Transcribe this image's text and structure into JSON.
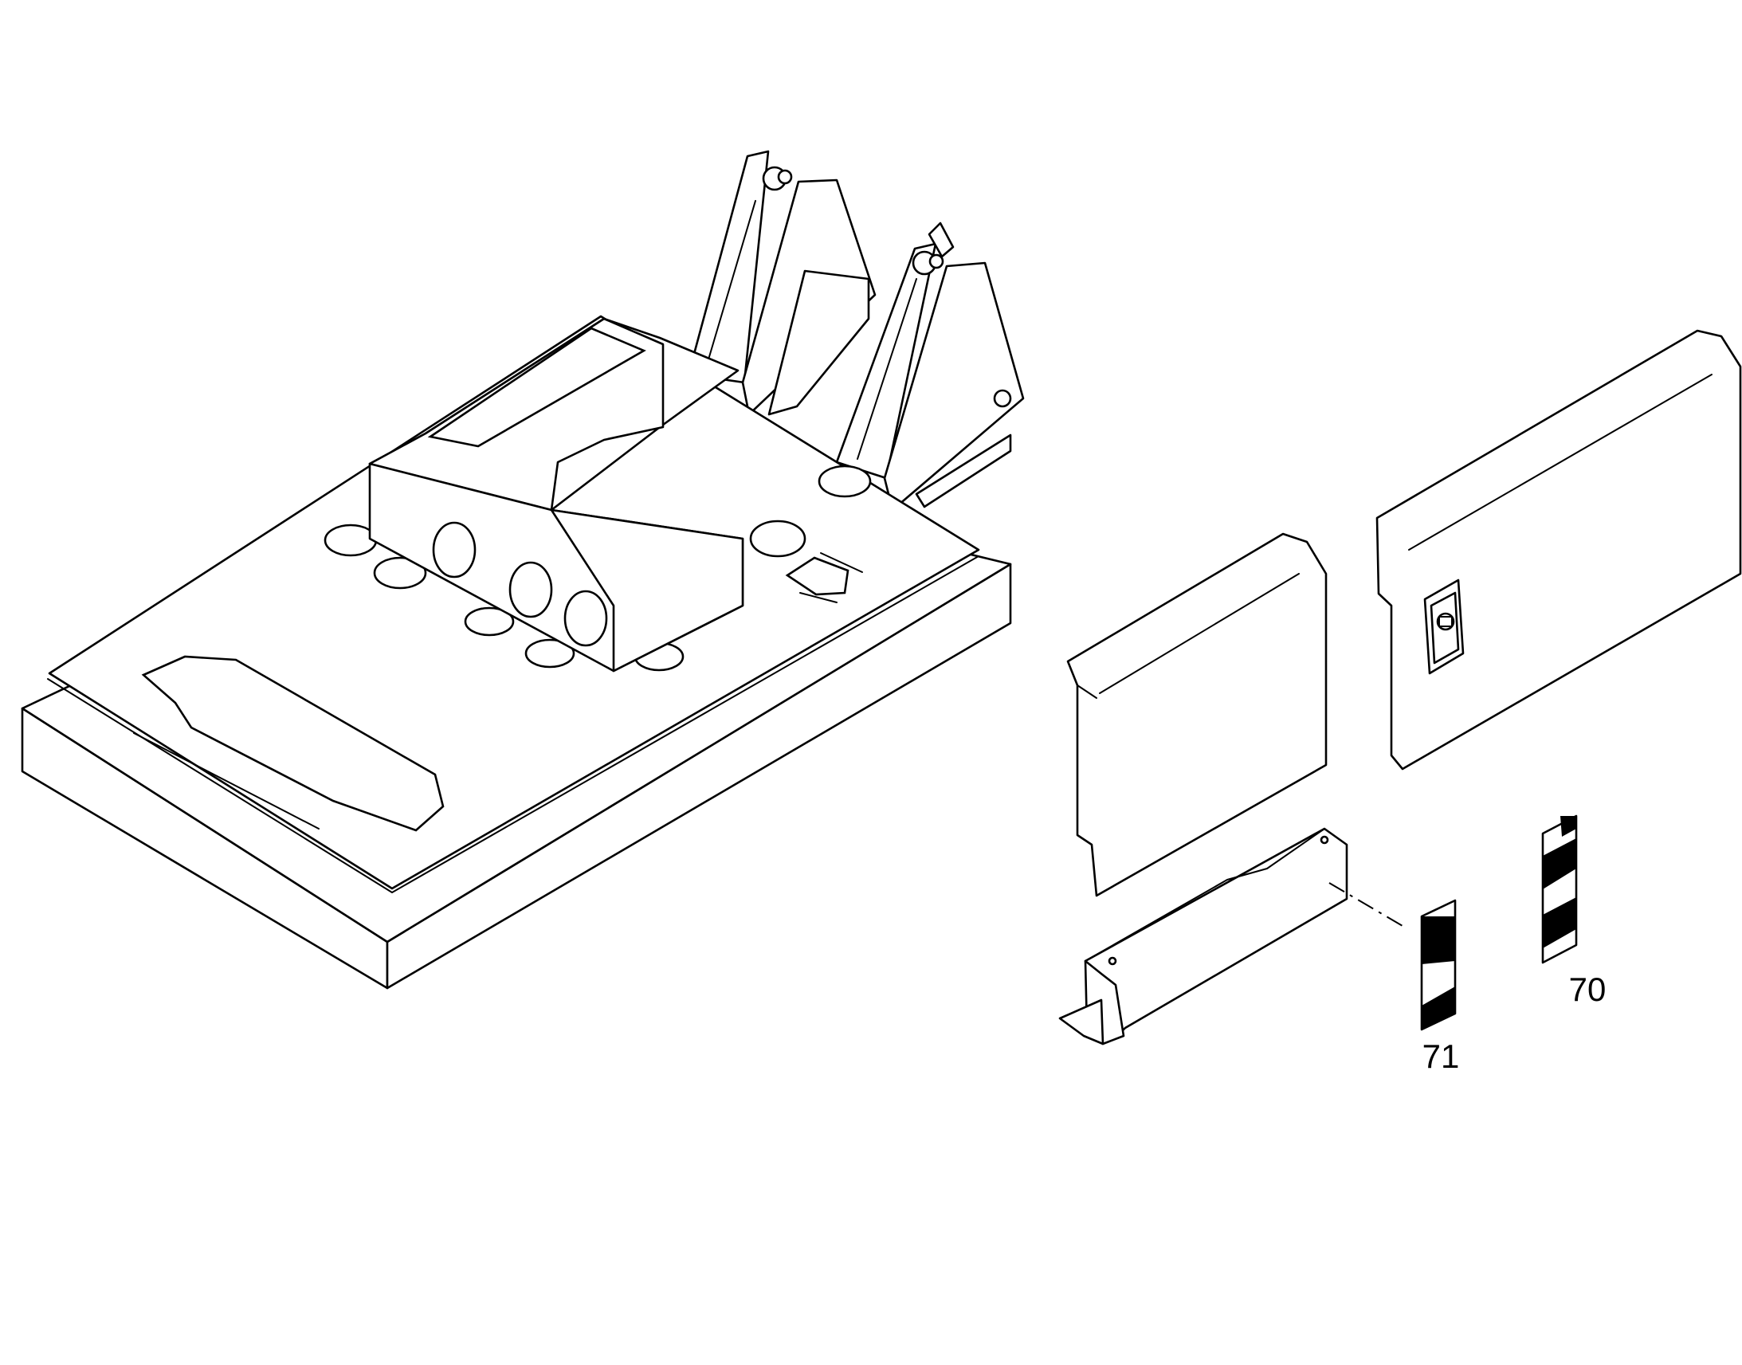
{
  "figure": {
    "type": "exploded parts diagram",
    "background": "#ffffff",
    "line_color": "#000000"
  },
  "callouts": [
    {
      "id": "71",
      "label": "71",
      "part": "warning-stripe-decal-71"
    },
    {
      "id": "70",
      "label": "70",
      "part": "warning-stripe-decal-70"
    }
  ]
}
